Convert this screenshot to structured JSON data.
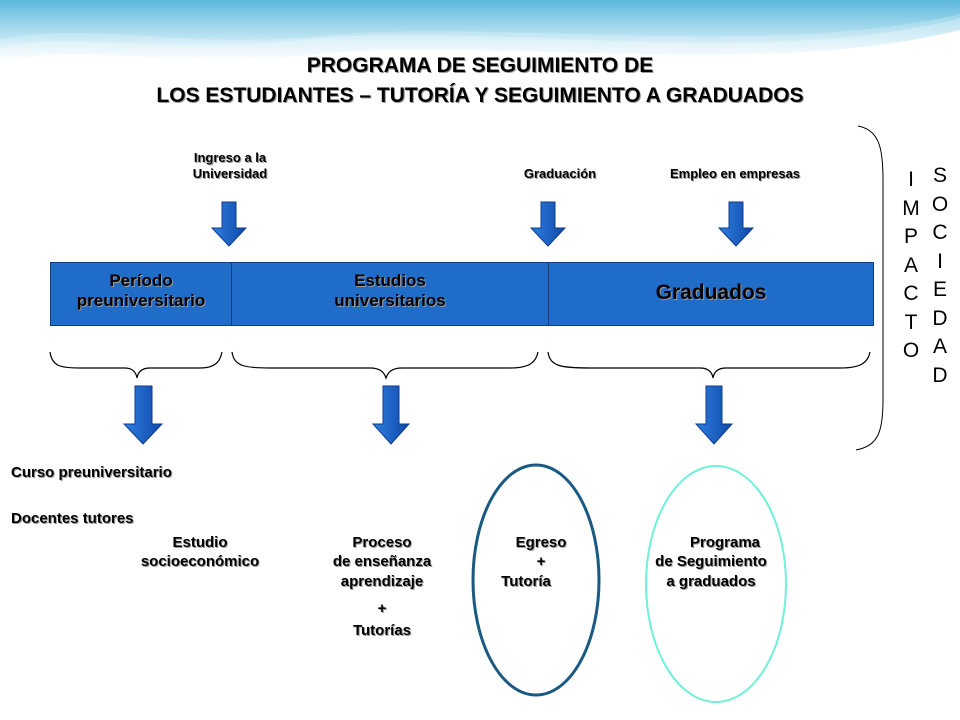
{
  "colors": {
    "bar_fill": "#1f6cc9",
    "arrow_fill": "#1b64cf",
    "ellipse_dark": "#1a5a82",
    "ellipse_light": "#6ff0d8",
    "wave_top": "#6fc3df"
  },
  "title": {
    "line1": "PROGRAMA DE SEGUIMIENTO DE",
    "line2": "LOS ESTUDIANTES – TUTORÍA Y SEGUIMIENTO A GRADUADOS"
  },
  "milestones": {
    "ingreso_line1": "Ingreso a la",
    "ingreso_line2": "Universidad",
    "graduacion": "Graduación",
    "empleo": "Empleo en empresas"
  },
  "stages": {
    "preuniversitario_line1": "Período",
    "preuniversitario_line2": "preuniversitario",
    "estudios_line1": "Estudios",
    "estudios_line2": "universitarios",
    "graduados": "Graduados"
  },
  "side": {
    "impacto": [
      "I",
      "M",
      "P",
      "A",
      "C",
      "T",
      "O"
    ],
    "sociedad": [
      "S",
      "O",
      "C",
      "I",
      "E",
      "D",
      "A",
      "D"
    ]
  },
  "outcomes": {
    "curso": "Curso preuniversitario",
    "docentes": "Docentes tutores",
    "estudio_line1": "Estudio",
    "estudio_line2": "socioeconómico",
    "proceso_line1": "Proceso",
    "proceso_line2": "de enseñanza",
    "proceso_line3": "aprendizaje",
    "proceso_line4": "+",
    "proceso_line5": "Tutorías",
    "egreso_line1": "Egreso",
    "egreso_line2": "+",
    "egreso_line3": "Tutoría",
    "programa_line1": "Programa",
    "programa_line2": "de Seguimiento",
    "programa_line3": "a graduados"
  }
}
